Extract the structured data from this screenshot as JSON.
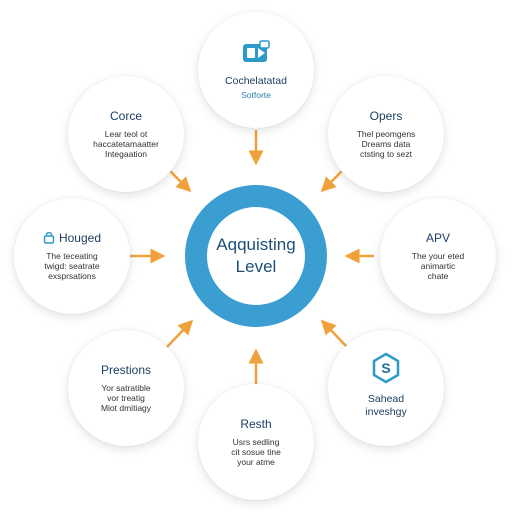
{
  "center": {
    "text": "Aqquisting\nLevel"
  },
  "colors": {
    "ring": "#3a9fd0",
    "arrow": "#f0a23a",
    "title": "#1c3f62"
  },
  "nodes": [
    {
      "id": "top",
      "icon": "tablet-logo-icon",
      "title": "Cochelatatad",
      "subtitle": "Sotforte",
      "desc": ""
    },
    {
      "id": "top-left",
      "icon": "",
      "title": "Corce",
      "desc": "Lear teol ot\nhaccatetamaatter\nIntegaation"
    },
    {
      "id": "top-right",
      "icon": "",
      "title": "Opers",
      "desc": "Thel peomgens\nDreams data\nctsting to sezt"
    },
    {
      "id": "left",
      "icon": "lock-icon",
      "title": "Houged",
      "desc": "The teceating\ntwigd: seatrate\nexsprsations"
    },
    {
      "id": "right",
      "icon": "",
      "title": "APV",
      "desc": "The your eted\nanimartic\nchate"
    },
    {
      "id": "bottom-left",
      "icon": "",
      "title": "Prestions",
      "desc": "Yor satratible\nvor treatig\nMiot dmitiagy"
    },
    {
      "id": "bottom",
      "icon": "",
      "title": "Resth",
      "desc": "Usrs sedling\ncit sosue tine\nyour atme"
    },
    {
      "id": "bottom-right",
      "icon": "hexagon-dollar-icon",
      "title": "Sahead\ninveshgy",
      "desc": ""
    }
  ]
}
